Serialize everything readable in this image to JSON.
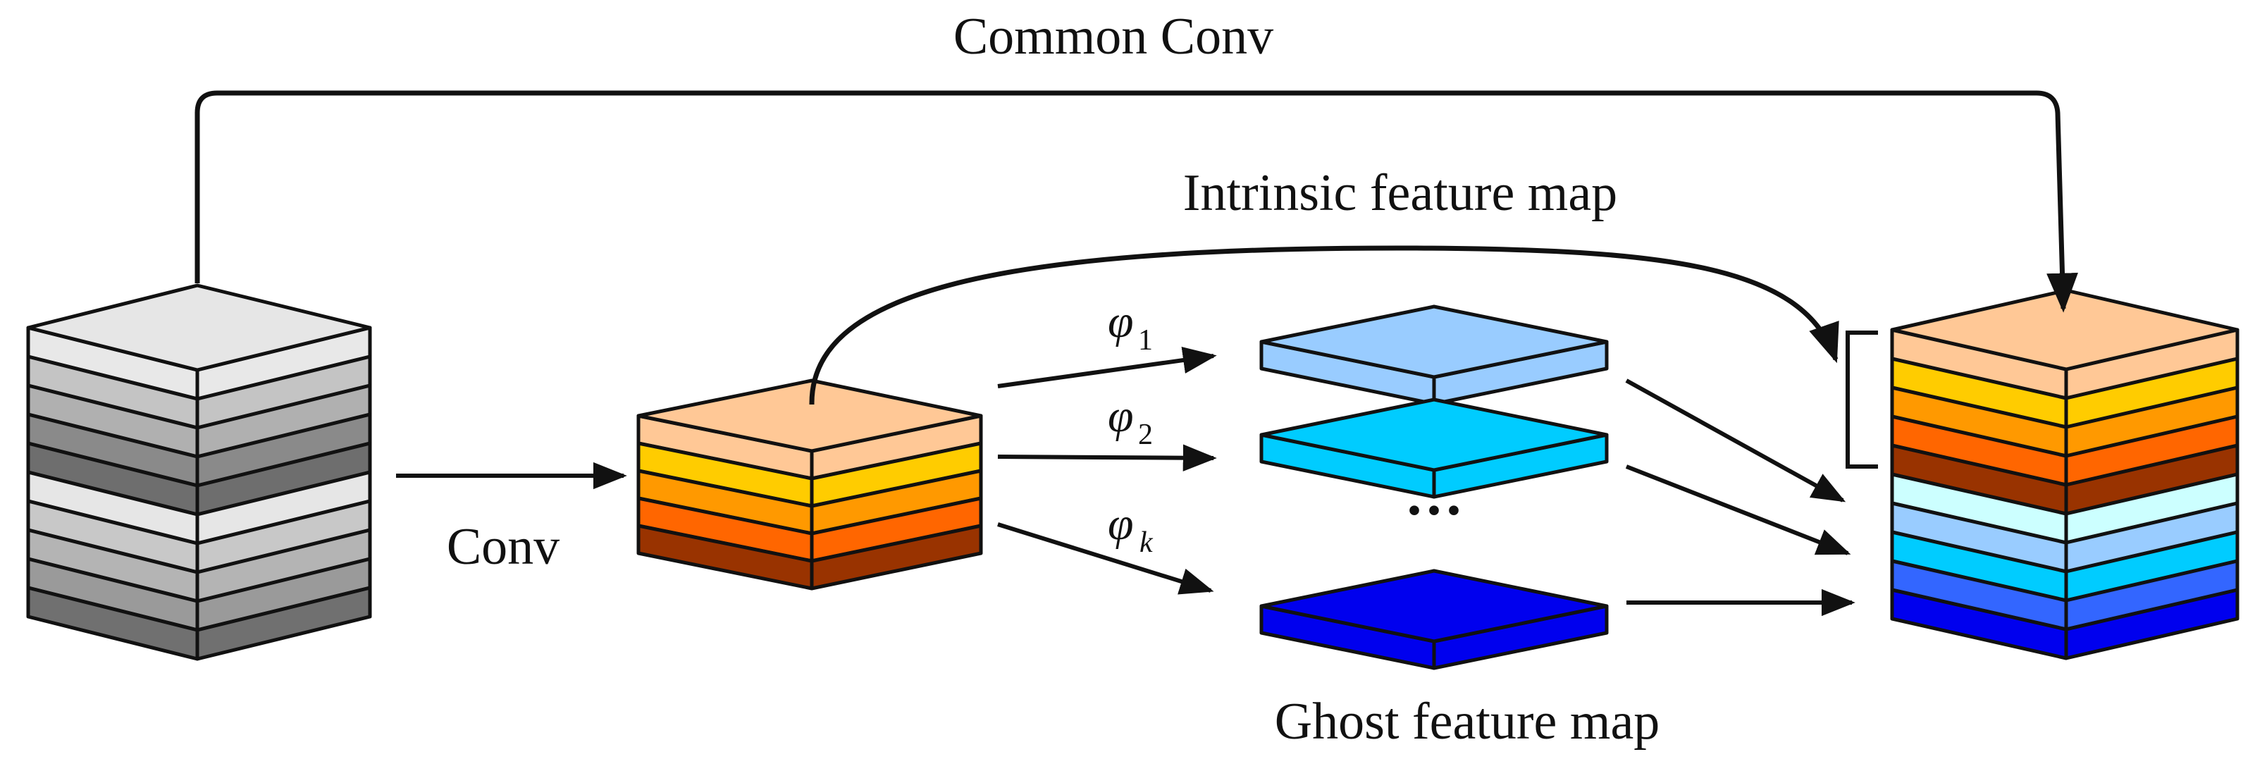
{
  "labels": {
    "common_conv": "Common Conv",
    "intrinsic": "Intrinsic feature map",
    "conv": "Conv",
    "ghost": "Ghost feature map",
    "dots": "···"
  },
  "ops": [
    {
      "symbol": "φ",
      "sub": "1"
    },
    {
      "symbol": "φ",
      "sub": "2"
    },
    {
      "symbol": "φ",
      "sub": "k"
    }
  ],
  "colors": {
    "input_layers": [
      "#e8e8e8",
      "#c4c4c4",
      "#b0b0b0",
      "#8a8a8a",
      "#6e6e6e",
      "#e6e6e6",
      "#c8c8c8",
      "#b4b4b4",
      "#9a9a9a",
      "#707070"
    ],
    "input_top": "#e6e6e6",
    "intrinsic_layers": [
      "#ffc896",
      "#ffcc00",
      "#ff9900",
      "#ff6600",
      "#993300"
    ],
    "intrinsic_top": "#ffc896",
    "ghost_maps": [
      "#99ccff",
      "#00ccff",
      "#0000ee"
    ],
    "output_layers": [
      "#ffc896",
      "#ffcc00",
      "#ff9900",
      "#ff6600",
      "#993300",
      "#ccffff",
      "#99ccff",
      "#00ccff",
      "#3366ff",
      "#0000ee"
    ],
    "output_top": "#ffc896",
    "stroke": "#111111"
  }
}
